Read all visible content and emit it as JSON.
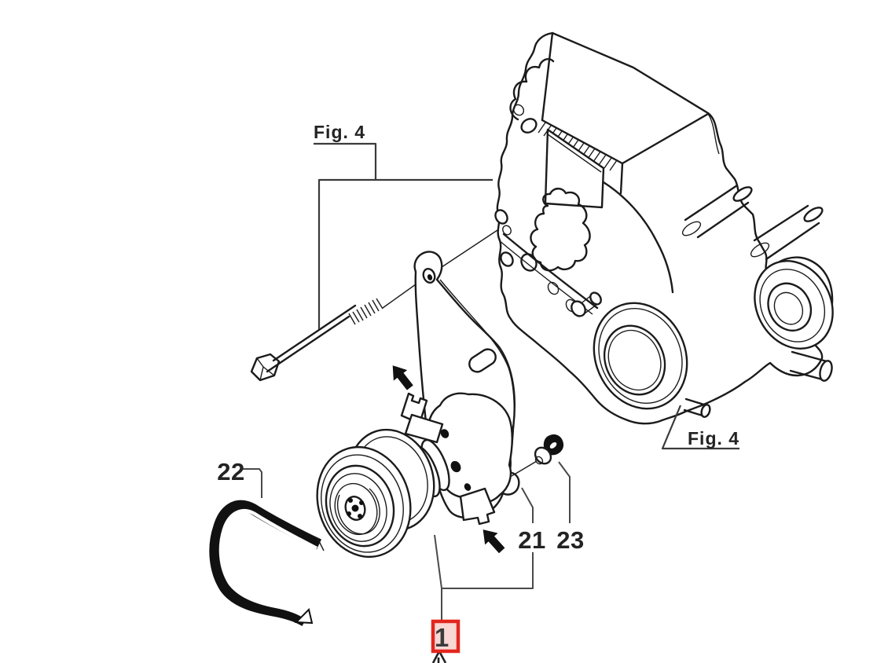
{
  "diagram": {
    "type": "exploded-parts-diagram",
    "labels": {
      "figure_reference_top": "Fig. 4",
      "figure_reference_bottom": "Fig. 4",
      "part_22": "22",
      "part_21": "21",
      "part_23": "23",
      "highlighted_part": "1"
    },
    "highlight": {
      "border_color": "#e3261d",
      "fill_color": "#f8d7d4",
      "text_color": "#3c3c3c"
    },
    "colors": {
      "background": "#ffffff",
      "line": "#1b1b1b",
      "leader_line": "#4a4a4a"
    }
  }
}
